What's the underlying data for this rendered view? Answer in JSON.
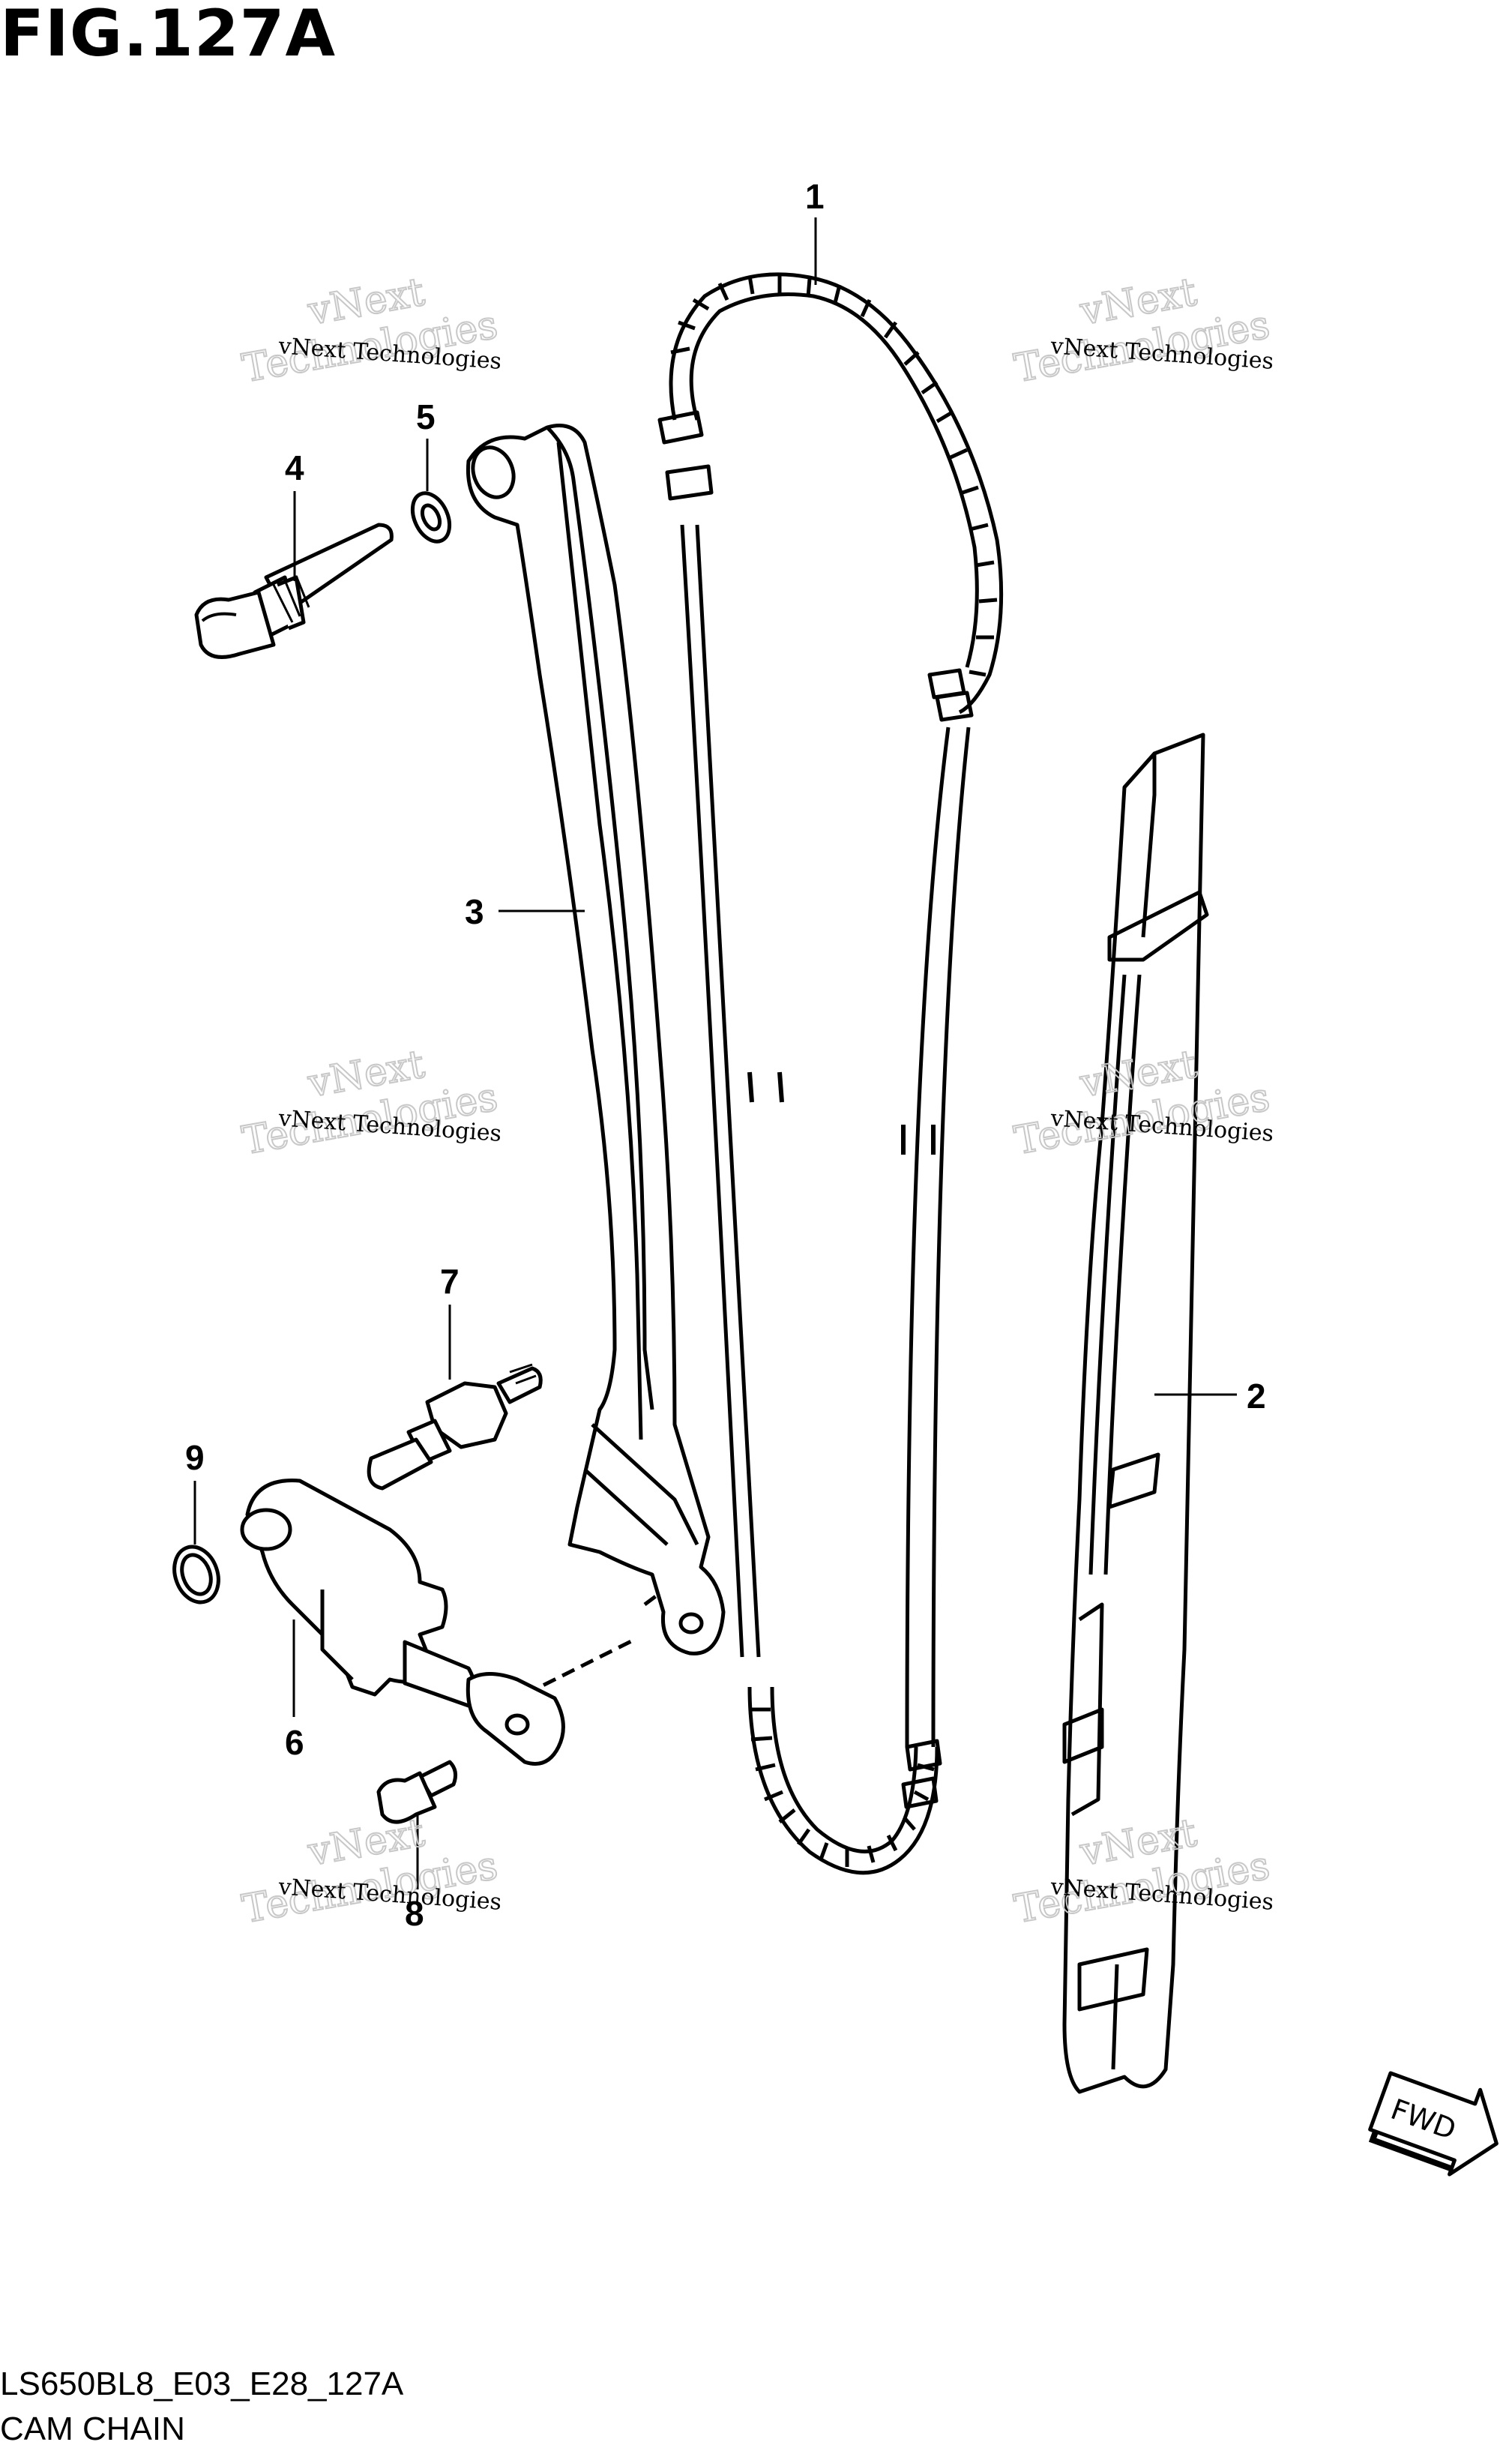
{
  "figure": {
    "title": "FIG.127A",
    "code": "LS650BL8_E03_E28_127A",
    "name": "CAM CHAIN"
  },
  "parts": [
    {
      "number": "1"
    },
    {
      "number": "2"
    },
    {
      "number": "3"
    },
    {
      "number": "4"
    },
    {
      "number": "5"
    },
    {
      "number": "6"
    },
    {
      "number": "7"
    },
    {
      "number": "8"
    },
    {
      "number": "9"
    }
  ],
  "watermark": {
    "line1": "vNext Technologies",
    "line2a": "vNext",
    "line2b": "Technologies"
  },
  "direction_marker": {
    "label": "FWD"
  },
  "colors": {
    "line": "#000000",
    "watermark_outline": "#c8c8c8",
    "background": "#ffffff"
  }
}
